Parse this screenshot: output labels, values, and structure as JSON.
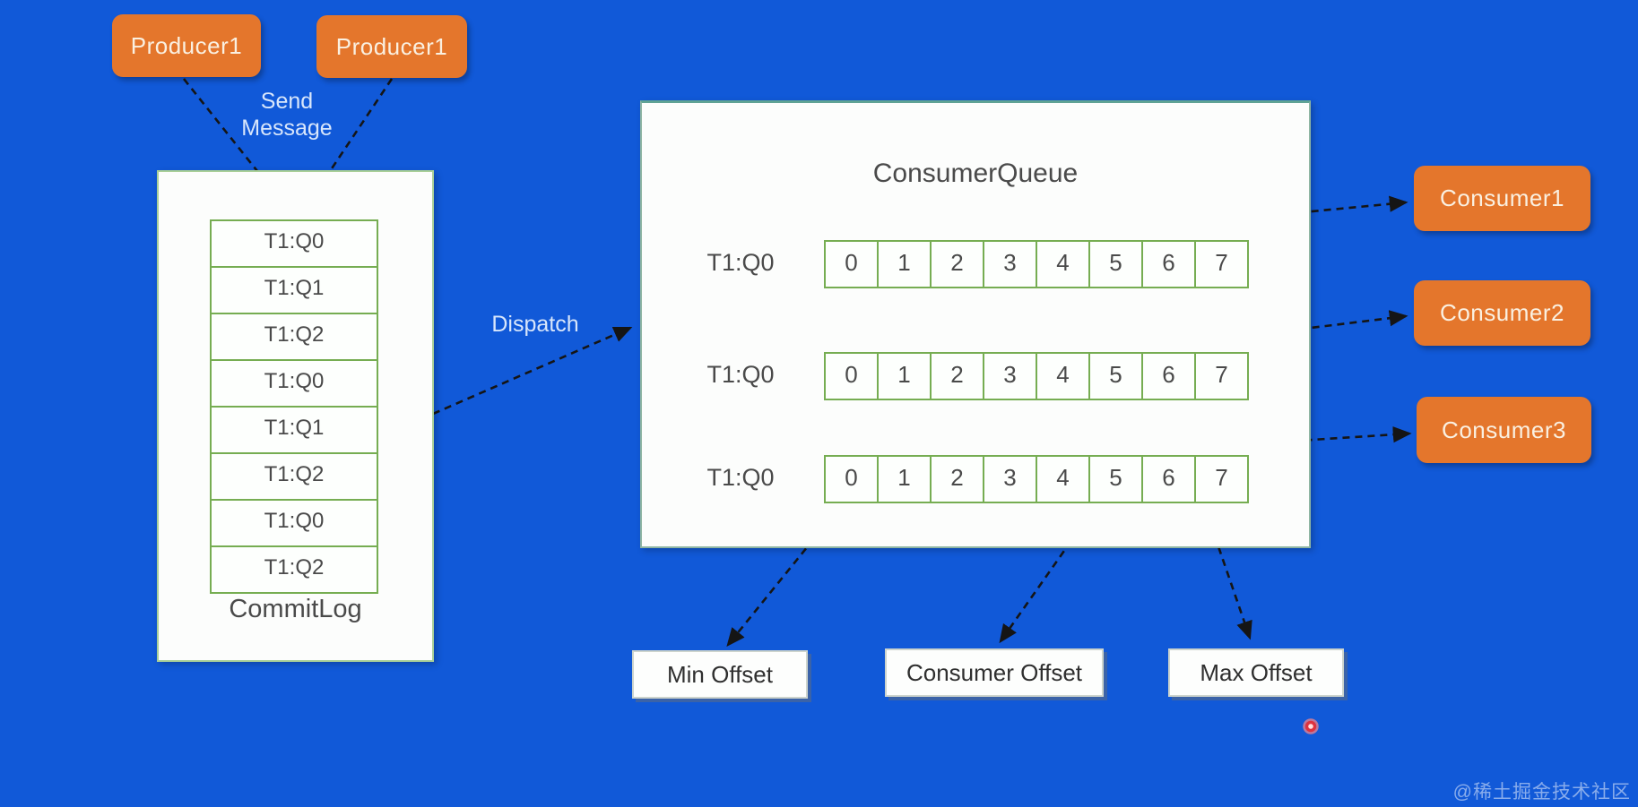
{
  "producers": {
    "a": "Producer1",
    "b": "Producer1"
  },
  "labels": {
    "send_line1": "Send",
    "send_line2": "Message",
    "dispatch": "Dispatch"
  },
  "commitlog": {
    "title": "CommitLog",
    "rows": [
      "T1:Q0",
      "T1:Q1",
      "T1:Q2",
      "T1:Q0",
      "T1:Q1",
      "T1:Q2",
      "T1:Q0",
      "T1:Q2"
    ]
  },
  "consumer_queue": {
    "title": "ConsumerQueue",
    "rows": [
      {
        "label": "T1:Q0",
        "cells": [
          "0",
          "1",
          "2",
          "3",
          "4",
          "5",
          "6",
          "7"
        ]
      },
      {
        "label": "T1:Q0",
        "cells": [
          "0",
          "1",
          "2",
          "3",
          "4",
          "5",
          "6",
          "7"
        ]
      },
      {
        "label": "T1:Q0",
        "cells": [
          "0",
          "1",
          "2",
          "3",
          "4",
          "5",
          "6",
          "7"
        ]
      }
    ]
  },
  "consumers": [
    "Consumer1",
    "Consumer2",
    "Consumer3"
  ],
  "offsets": {
    "min": "Min Offset",
    "consumer": "Consumer Offset",
    "max": "Max Offset"
  },
  "watermark": "@稀土掘金技术社区",
  "colors": {
    "background": "#1159d8",
    "accent_orange": "#e4762c",
    "cell_border_green": "#76ad52",
    "outer_border_green": "#a9cf97",
    "queue_top_border_teal": "#5fa295",
    "arrow_black": "#151515",
    "text_gray": "#4a4a4a",
    "label_blue_white": "#d8e6fb",
    "red_dot": "#dd3340"
  }
}
